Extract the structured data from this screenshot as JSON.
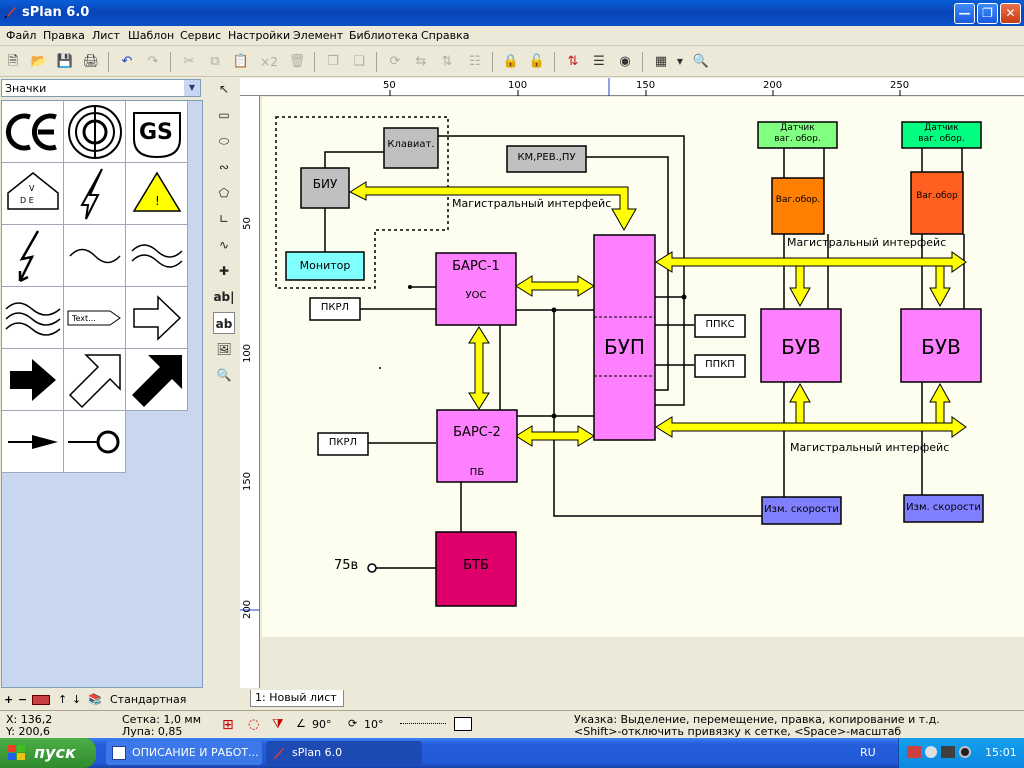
{
  "window": {
    "title": "sPlan 6.0",
    "controls": [
      "minimize",
      "maximize",
      "close"
    ]
  },
  "menu": [
    "Файл",
    "Правка",
    "Лист",
    "Шаблон",
    "Сервис",
    "Настройки",
    "Элемент",
    "Библиотека",
    "Справка"
  ],
  "toolbar": {
    "x2_label": "×2"
  },
  "library": {
    "selected": "Значки",
    "footer_label": "Стандартная"
  },
  "vtools": {
    "text_tool": "ab|",
    "text_tool2": "ab"
  },
  "ruler_h": [
    "50",
    "100",
    "150",
    "200",
    "250"
  ],
  "ruler_v": [
    "50",
    "100",
    "150",
    "200"
  ],
  "schematic": {
    "keyboard": "Клавиат.",
    "biu": "БИУ",
    "monitor": "Монитор",
    "km": "КМ,РЕВ.,ПУ",
    "bus_label_1": "Магистральный интерфейс",
    "bus_label_2": "Магистральный интерфейс",
    "bus_label_3": "Магистральный интерфейс",
    "bars1": "БАРС-1",
    "uos": "УОС",
    "bars2": "БАРС-2",
    "pb": "ПБ",
    "pkrl1": "ПКРЛ",
    "pkrl2": "ПКРЛ",
    "bup": "БУП",
    "ppks": "ППКС",
    "ppkp": "ППКП",
    "sensor1": "Датчик\nваг. обор.",
    "sensor2": "Датчик\nваг. обор.",
    "vag1": "Ваг.обор.",
    "vag2": "Ваг.обор",
    "buv1": "БУВ",
    "buv2": "БУВ",
    "speed1": "Изм. скорости",
    "speed2": "Изм. скорости",
    "btb": "БТБ",
    "v75": "75в"
  },
  "tabs": [
    "1: Новый лист"
  ],
  "status": {
    "x": "X: 136,2",
    "y": "Y: 200,6",
    "grid": "Сетка:  1,0 мм",
    "zoom": "Лупа:  0,85",
    "angle1": "90°",
    "angle2": "10°",
    "hint1": "Указка: Выделение, перемещение, правка, копирование и т.д.",
    "hint2": "<Shift>-отключить привязку к сетке, <Space>-масштаб"
  },
  "taskbar": {
    "start": "пуск",
    "task1": "ОПИСАНИЕ И РАБОТ...",
    "task2": "sPlan 6.0",
    "lang": "RU",
    "clock": "15:01"
  },
  "colors": {
    "title_blue": "#0846b8",
    "magenta_block": "#ff80ff",
    "gray_block": "#c0c0c0",
    "cyan_block": "#80ffff",
    "green_sensor": "#80ff80",
    "orange_block": "#ff8000",
    "speed_block": "#8080ff",
    "btb_block": "#e0006c",
    "arrow_yellow": "#ffff00"
  }
}
